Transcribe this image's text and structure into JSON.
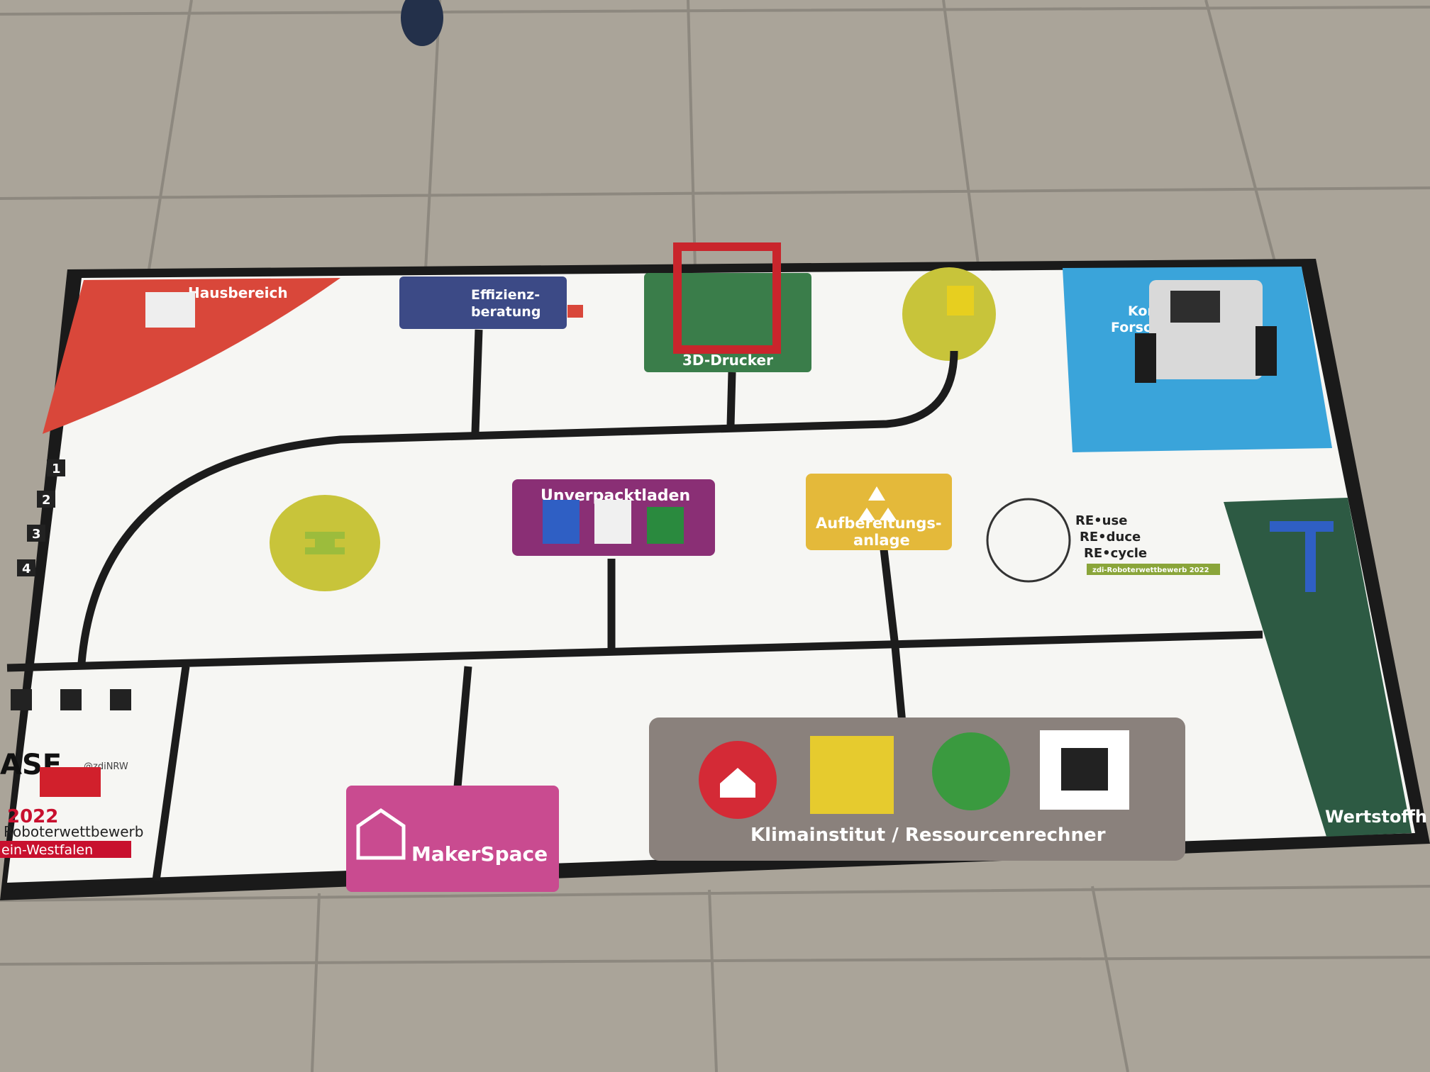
{
  "mat": {
    "zones": {
      "hausbereich": "Hausbereich",
      "effizienz_line1": "Effizienz-",
      "effizienz_line2": "beratung",
      "drucker": "3D-Drucker",
      "unverpacktladen": "Unverpacktladen",
      "aufbereitung_line1": "Aufbereitungs-",
      "aufbereitung_line2": "anlage",
      "forschung_line1": "Kon",
      "forschung_line2": "Forsc",
      "makerspace": "MakerSpace",
      "klimainstitut": "Klimainstitut / Ressourcenrechner",
      "wertstoff": "Wertstoffh"
    },
    "start_numbers": [
      "1",
      "2",
      "3",
      "4"
    ],
    "recycle_logo": {
      "line1": "RE•use",
      "line2": "RE•duce",
      "line3": "RE•cycle",
      "badge": "zdi-Roboterwettbewerb 2022"
    },
    "sponsor_panel": {
      "big": "ASE",
      "social": "@zdiNRW",
      "year": "2022",
      "line1": "Roboterwettbewerb",
      "line2": "ein-Westfalen"
    }
  },
  "colors": {
    "floor": "#a9a398",
    "mat_white": "#f6f6f3",
    "red": "#d9473a",
    "navy": "#3c4a86",
    "green": "#3a7d4a",
    "lime": "#c8c43a",
    "purple": "#8a2f75",
    "yellow": "#e4b93a",
    "blue": "#3aa4da",
    "pink": "#c94b90",
    "gray": "#8a817c",
    "dark_green": "#2d5a43"
  }
}
